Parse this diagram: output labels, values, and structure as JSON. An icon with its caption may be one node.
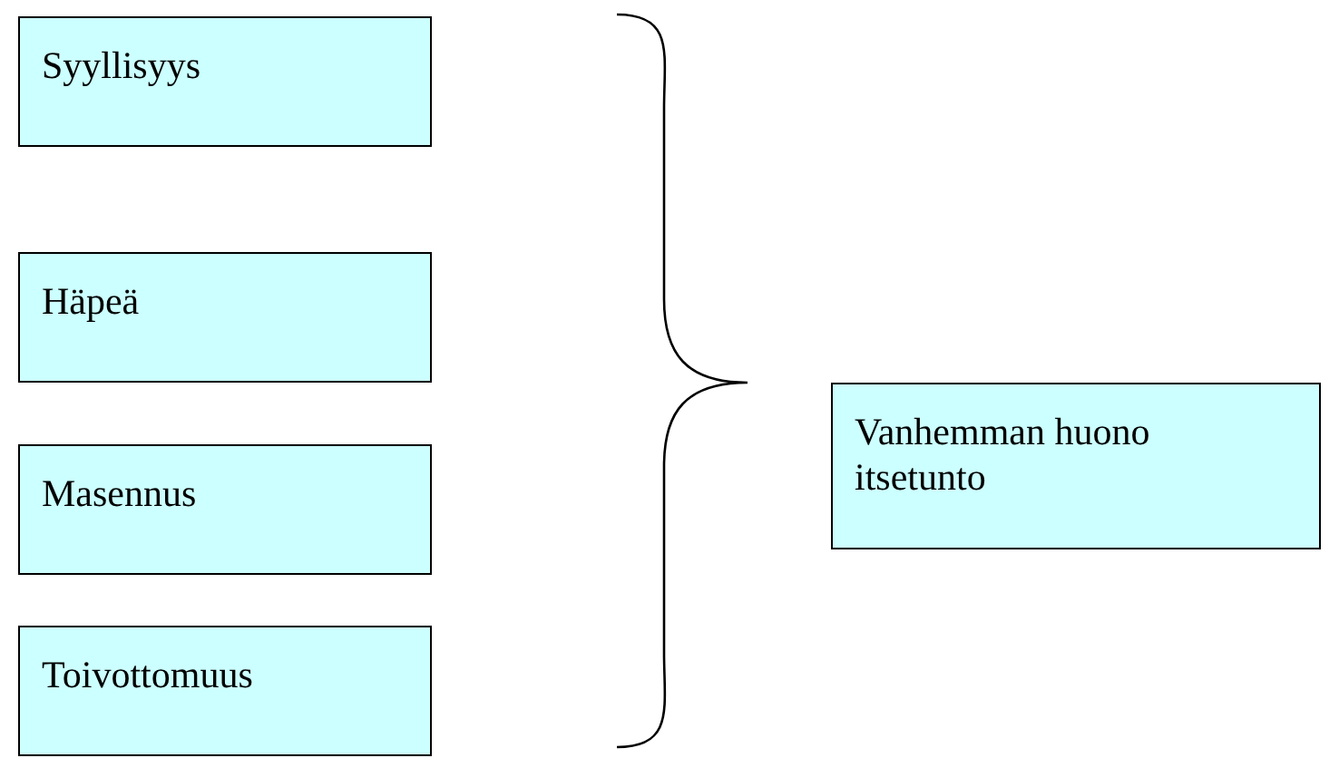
{
  "diagram": {
    "nodes": [
      {
        "text": [
          "Syyllisyys"
        ]
      },
      {
        "text": [
          "Häpeä"
        ]
      },
      {
        "text": [
          "Masennus"
        ]
      },
      {
        "text": [
          "Toivottomuus"
        ]
      },
      {
        "text": [
          "Vanhemman huono itsetunto"
        ]
      }
    ]
  }
}
